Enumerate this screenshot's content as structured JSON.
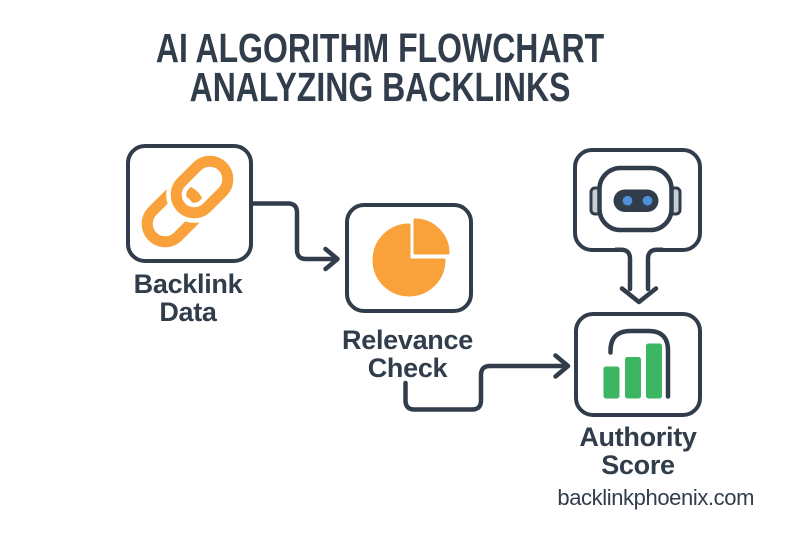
{
  "title": {
    "line1": "AI ALGORITHM FLOWCHART",
    "line2": "ANALYZING BACKLINKS"
  },
  "nodes": {
    "backlink_data": {
      "label": [
        "Backlink",
        "Data"
      ],
      "icon": "chain-link-icon"
    },
    "relevance_check": {
      "label": [
        "Relevance",
        "Check"
      ],
      "icon": "pie-chart-icon"
    },
    "ai_robot": {
      "label": [],
      "icon": "robot-icon"
    },
    "authority_score": {
      "label": [
        "Authority",
        "Score"
      ],
      "icon": "bar-chart-icon"
    }
  },
  "connectors": [
    {
      "from": "backlink_data",
      "to": "relevance_check",
      "style": "elbow-arrow-right"
    },
    {
      "from": "relevance_check",
      "to": "authority_score",
      "style": "elbow-arrow-right"
    },
    {
      "from": "ai_robot",
      "to": "authority_score",
      "style": "straight-arrow-down"
    }
  ],
  "watermark": "backlinkphoenix.com",
  "colors": {
    "dark": "#323D4B",
    "orange": "#F9A13B",
    "green": "#3CB662",
    "blue": "#4E91D9",
    "ear_gray": "#C9CED6",
    "background": "#FFFFFF"
  }
}
